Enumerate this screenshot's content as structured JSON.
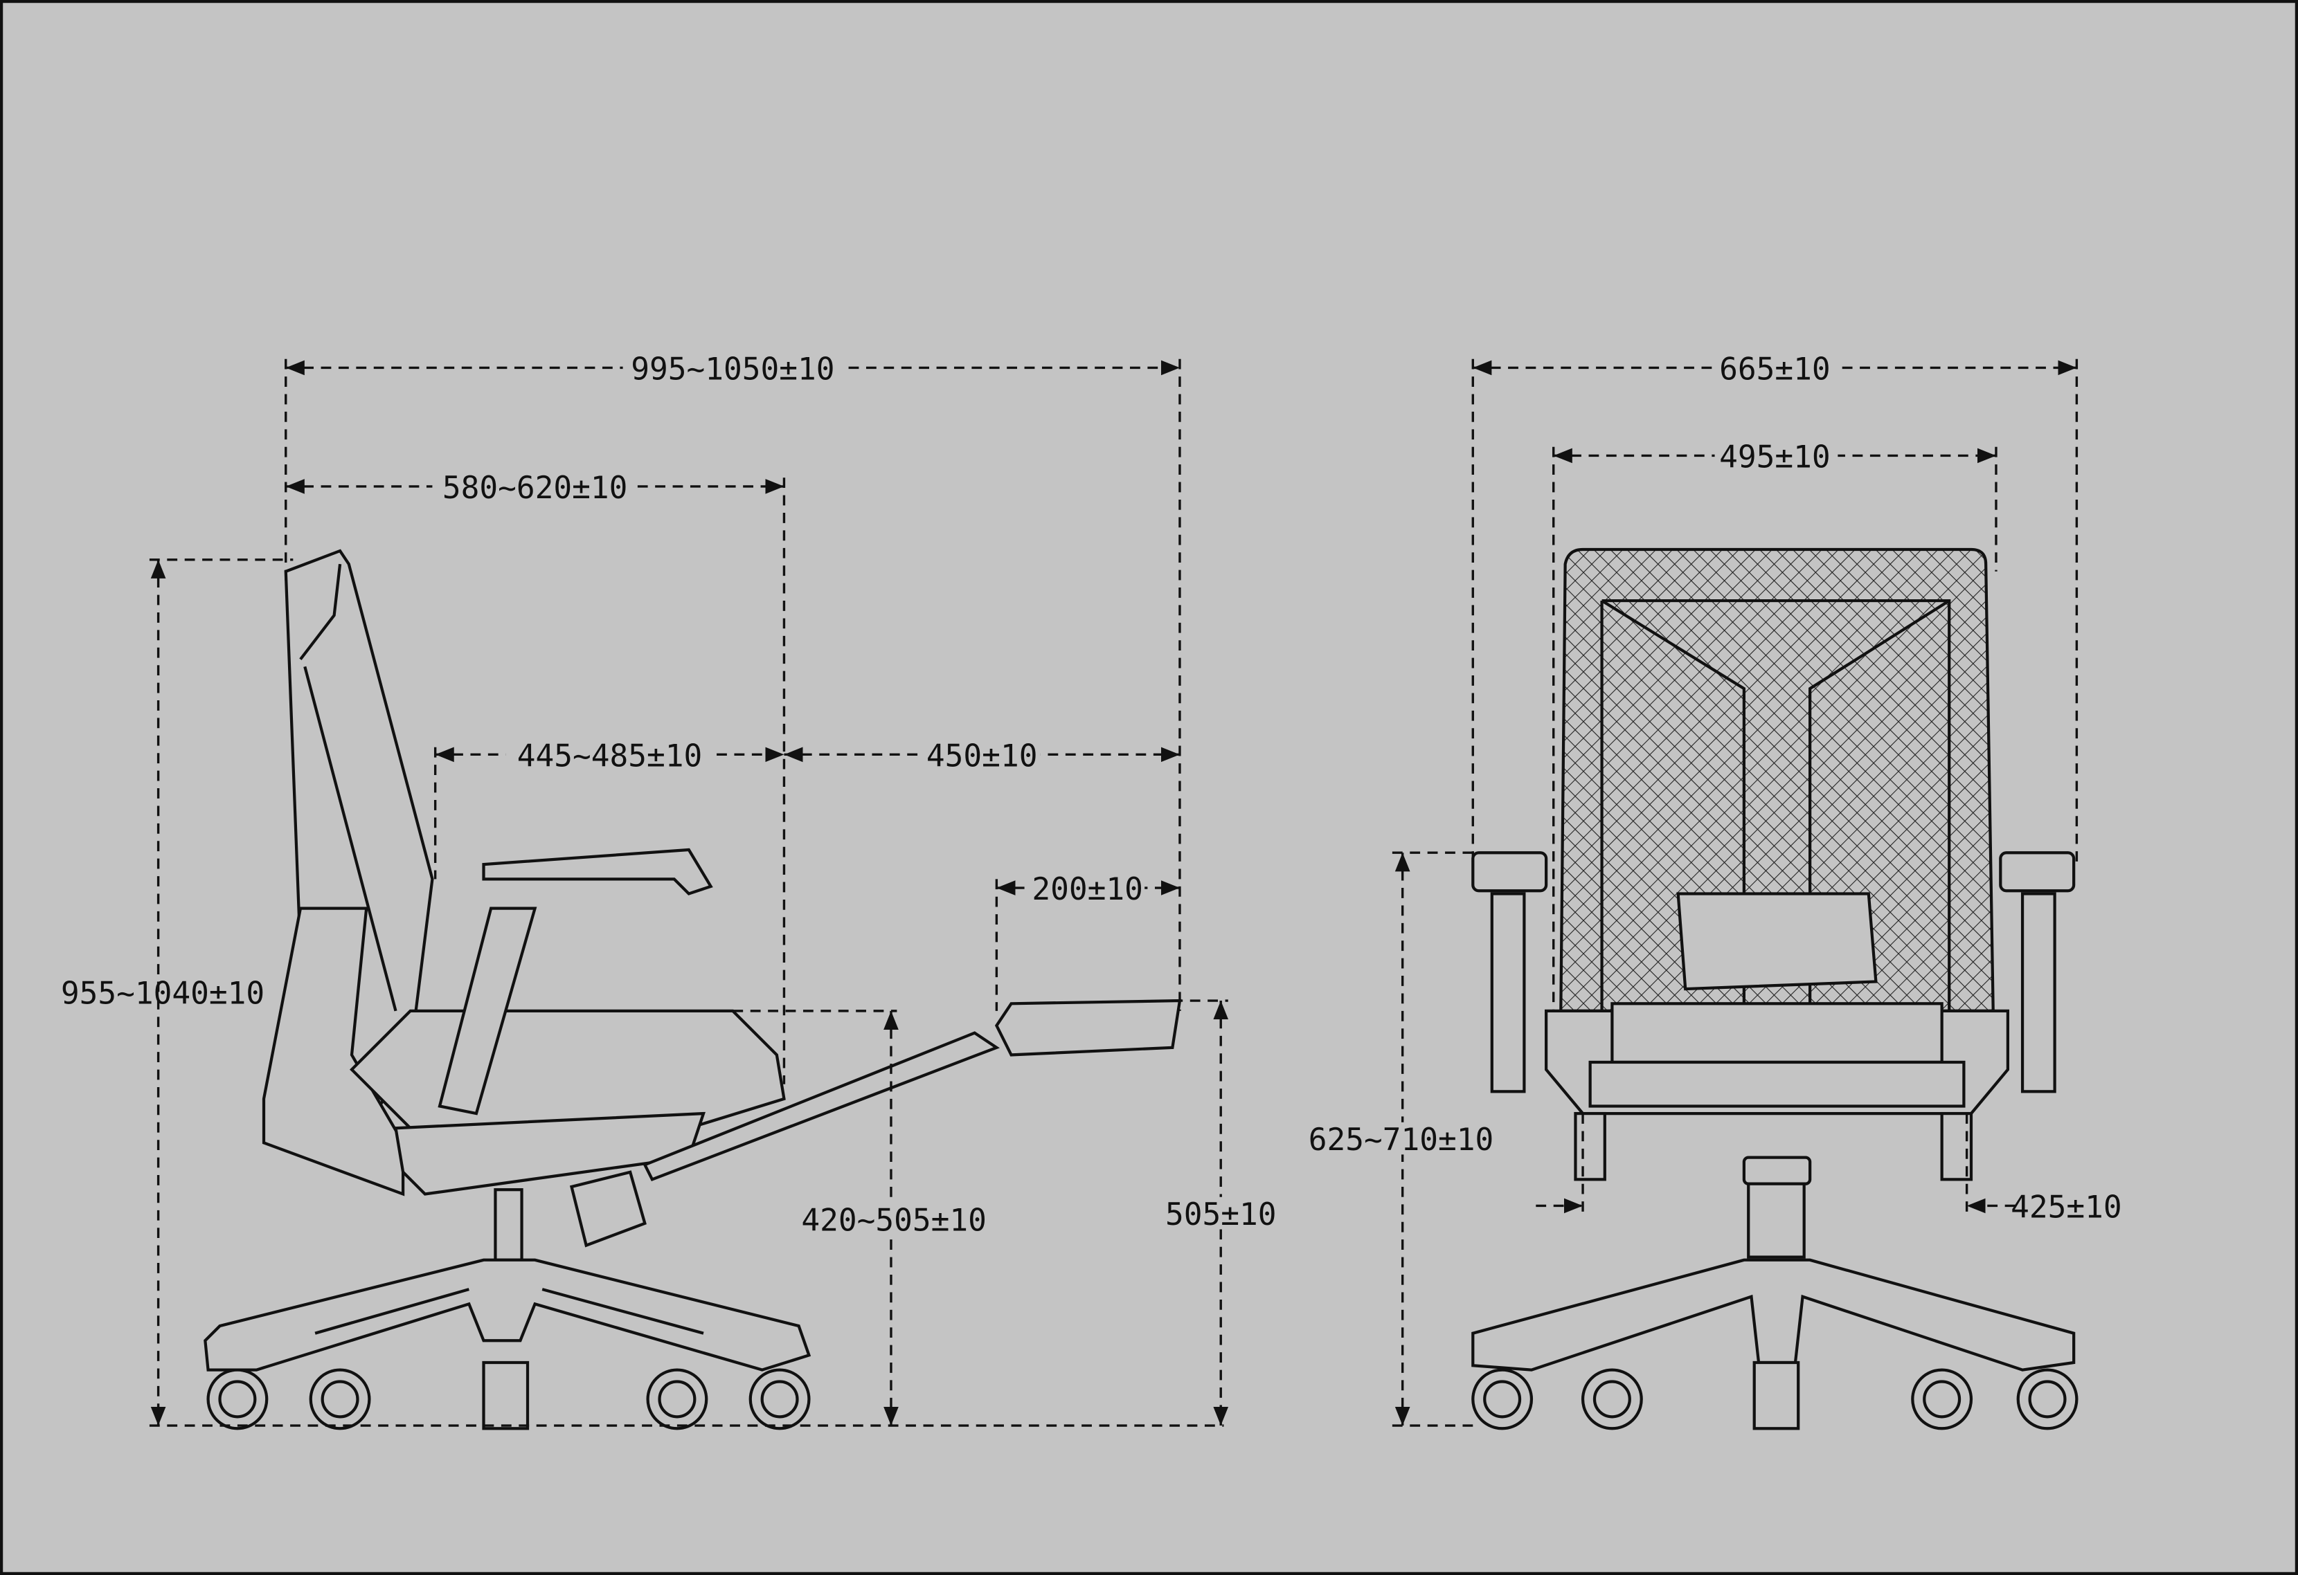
{
  "colors": {
    "background": "#c4c4c4",
    "line": "#111111"
  },
  "side_view": {
    "overall_depth": "995~1050±10",
    "back_to_seat_front": "580~620±10",
    "seat_depth": "445~485±10",
    "footrest_extension": "450±10",
    "footrest_depth": "200±10",
    "overall_height": "955~1040±10",
    "seat_height": "420~505±10",
    "footrest_height": "505±10"
  },
  "front_view": {
    "overall_width": "665±10",
    "back_width": "495±10",
    "armrest_height": "625~710±10",
    "seat_width": "425±10"
  }
}
